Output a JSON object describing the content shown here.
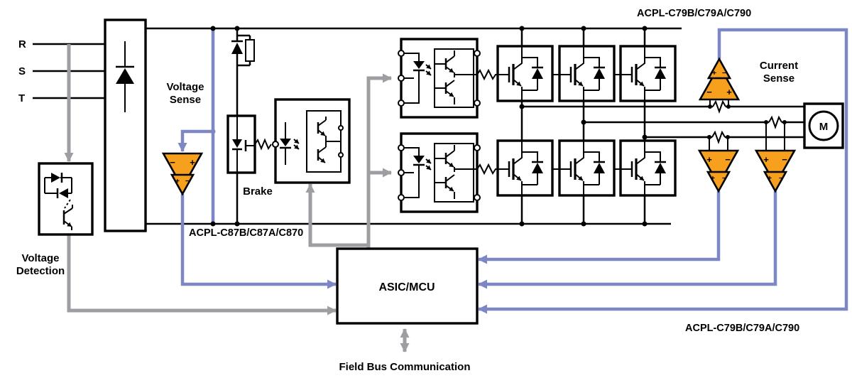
{
  "diagram": {
    "phases": [
      "R",
      "S",
      "T"
    ],
    "labels": {
      "voltage_detection": [
        "Voltage",
        "Detection"
      ],
      "voltage_sense": [
        "Voltage",
        "Sense"
      ],
      "current_sense": [
        "Current",
        "Sense"
      ],
      "brake": "Brake",
      "acpl_voltage": "ACPL-C87B/C87A/C870",
      "acpl_current_top": "ACPL-C79B/C79A/C790",
      "acpl_current_bottom": "ACPL-C79B/C79A/C790",
      "asic_mcu": "ASIC/MCU",
      "field_bus": "Field Bus Communication",
      "motor": "M"
    },
    "amp_marks": {
      "plus": "+",
      "minus": "−"
    },
    "colors": {
      "amplifier_fill": "#F6A01E",
      "signal_blue": "#7D87C4",
      "signal_gray": "#9C9EA1",
      "wire_black": "#000000",
      "background": "#FFFFFF"
    }
  }
}
